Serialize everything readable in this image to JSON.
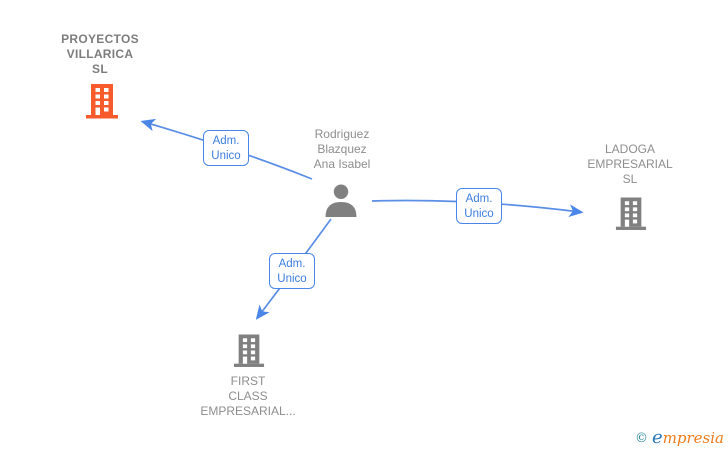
{
  "diagram": {
    "nodes": {
      "proyectos_villarica": {
        "type": "company",
        "highlighted": true,
        "lines": [
          "PROYECTOS",
          "VILLARICA",
          "SL"
        ]
      },
      "person": {
        "type": "person",
        "highlighted": false,
        "lines": [
          "Rodriguez",
          "Blazquez",
          "Ana Isabel"
        ]
      },
      "ladoga": {
        "type": "company",
        "highlighted": false,
        "lines": [
          "LADOGA",
          "EMPRESARIAL",
          "SL"
        ]
      },
      "first_class": {
        "type": "company",
        "highlighted": false,
        "lines": [
          "FIRST",
          "CLASS",
          "EMPRESARIAL..."
        ]
      }
    },
    "edge_labels": [
      {
        "lines": [
          "Adm.",
          "Unico"
        ]
      },
      {
        "lines": [
          "Adm.",
          "Unico"
        ]
      },
      {
        "lines": [
          "Adm.",
          "Unico"
        ]
      }
    ]
  },
  "colors": {
    "edge_blue": "#5b8ee6",
    "edge_label_border": "#4a86e8",
    "edge_label_text": "#3d7de0",
    "node_text_gray": "#8e8e8e",
    "icon_gray": "#808080",
    "highlight_orange": "#f75b2b",
    "brand_copy_teal": "#2e8b99",
    "brand_e_blue": "#2878b8",
    "brand_rest_orange": "#f07c1c"
  },
  "footer": {
    "copyright": "©",
    "brand_first_letter": "e",
    "brand_rest": "mpresia"
  }
}
